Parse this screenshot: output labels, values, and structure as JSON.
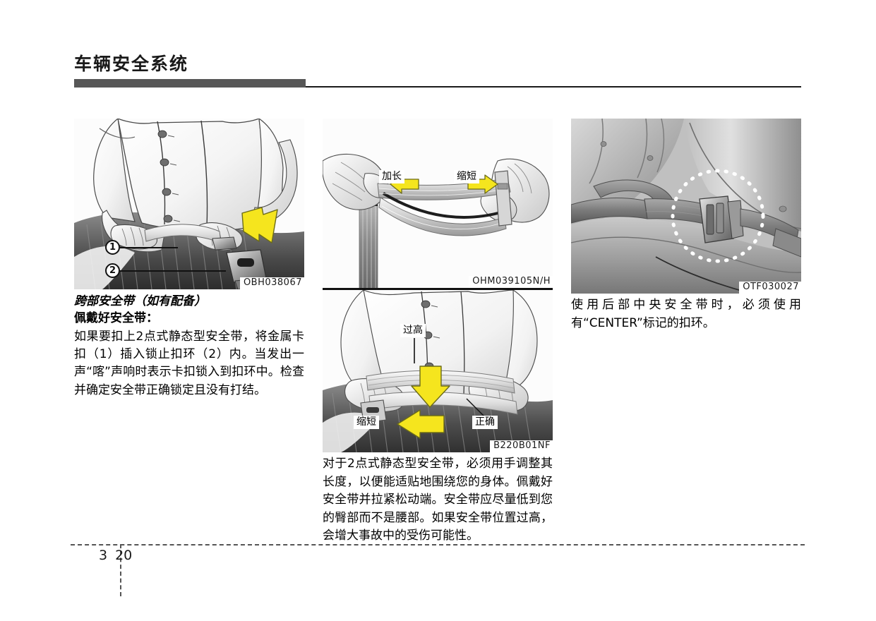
{
  "header": {
    "title": "车辆安全系统"
  },
  "columns": {
    "left": {
      "figure": {
        "code": "OBH038067",
        "alt": "person buckling a lap belt, metal latch plate and buckle",
        "callouts": [
          {
            "number": "1",
            "refers_to": "metal latch plate"
          },
          {
            "number": "2",
            "refers_to": "locking buckle"
          }
        ]
      },
      "heading_italic": "跨部安全带（如有配备）",
      "heading_bold": "佩戴好安全带：",
      "body": "如果要扣上2点式静态型安全带，将金属卡扣（1）插入锁止扣环（2）内。当发出一声“喀”声响时表示卡扣锁入到扣环中。检查并确定安全带正确锁定且没有打结。"
    },
    "middle": {
      "figure_top": {
        "code": "OHM039105N/H",
        "alt": "two hands adjusting lap belt webbing through an adjuster",
        "labels": [
          {
            "text": "加长",
            "arrow": "left"
          },
          {
            "text": "缩短",
            "arrow": "right"
          }
        ]
      },
      "figure_bottom": {
        "code": "B220B01NF",
        "alt": "seated person showing correct low lap belt position versus too high",
        "labels": [
          {
            "text": "过高",
            "arrow": "down"
          },
          {
            "text": "缩短",
            "arrow": "left"
          },
          {
            "text": "正确",
            "arrow": "none"
          }
        ]
      },
      "caption": "对于2点式静态型安全带，必须用手调整其长度，以便能适贴地围绕您的身体。佩戴好安全带并拉紧松动端。安全带应尽量低到您的臀部而不是腰部。如果安全带位置过高，会增大事故中的受伤可能性。"
    },
    "right": {
      "figure": {
        "code": "OTF030027",
        "alt": "rear center seat belt buckle highlighted with dotted circle"
      },
      "caption": "使用后部中央安全带时，必须使用有“CENTER”标记的扣环。"
    }
  },
  "footer": {
    "chapter": "3",
    "page": "20"
  },
  "colors": {
    "header_bar": "#575757",
    "arrow_yellow": "#f5e51e",
    "rule": "#1a1a1a"
  }
}
